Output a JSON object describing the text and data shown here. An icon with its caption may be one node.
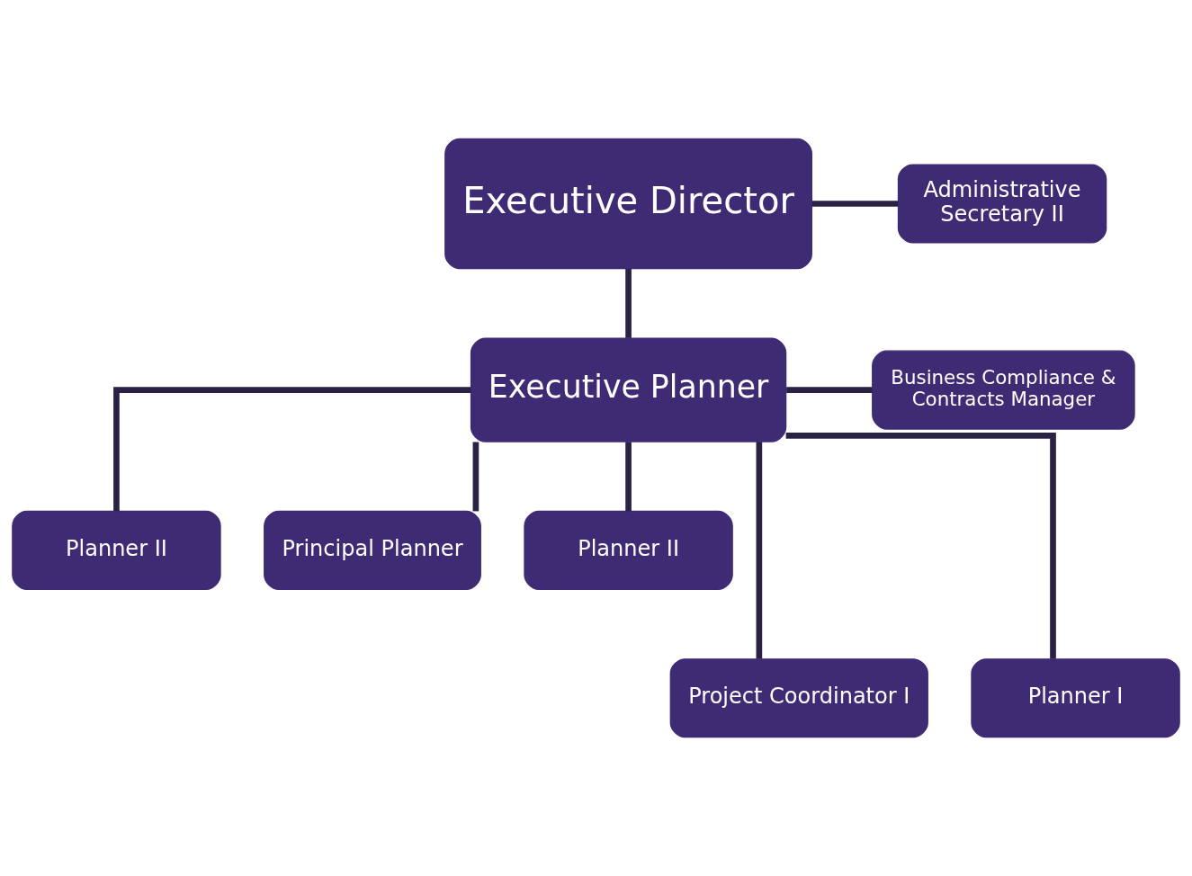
{
  "diagram": {
    "nodes": [
      {
        "text": [
          "Executive Director"
        ]
      },
      {
        "text": [
          "Administrative Secretary II"
        ]
      },
      {
        "text": [
          "Executive Planner"
        ]
      },
      {
        "text": [
          "Business Compliance & Contracts Manager"
        ]
      },
      {
        "text": [
          "Planner II"
        ]
      },
      {
        "text": [
          "Principal Planner"
        ]
      },
      {
        "text": [
          "Planner II"
        ]
      },
      {
        "text": [
          "Project Coordinator I"
        ]
      },
      {
        "text": [
          "Planner I"
        ]
      }
    ],
    "edges": [
      {
        "from": 0,
        "to": 1,
        "arrow": "none"
      },
      {
        "from": 0,
        "to": 2,
        "arrow": "none"
      },
      {
        "from": 2,
        "to": 3,
        "arrow": "none"
      },
      {
        "from": 2,
        "to": 4,
        "arrow": "none"
      },
      {
        "from": 2,
        "to": 7,
        "arrow": "none"
      },
      {
        "from": 2,
        "to": 5,
        "arrow": "none"
      },
      {
        "from": 2,
        "to": 8,
        "arrow": "none"
      },
      {
        "from": 2,
        "to": 6,
        "arrow": "none"
      }
    ]
  }
}
